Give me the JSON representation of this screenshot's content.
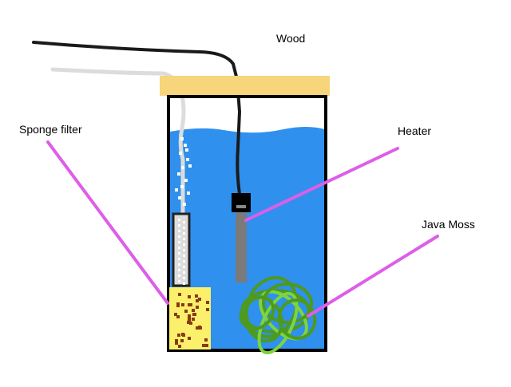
{
  "labels": {
    "wood": "Wood",
    "sponge_filter": "Sponge filter",
    "heater": "Heater",
    "java_moss": "Java Moss"
  },
  "colors": {
    "water": "#2f90ee",
    "wood": "#f7d57a",
    "tank_outline": "#000000",
    "pointer": "#dd5ee8",
    "sponge": "#fbf06c",
    "sponge_dots": "#8a3a12",
    "moss": "#4d9a1e",
    "moss_light": "#7ed43a",
    "heater_body": "#7a7a7a",
    "air_tube": "#dcdcdc",
    "bubbles": "#ffffff",
    "power_cord": "#1a1a1a"
  }
}
